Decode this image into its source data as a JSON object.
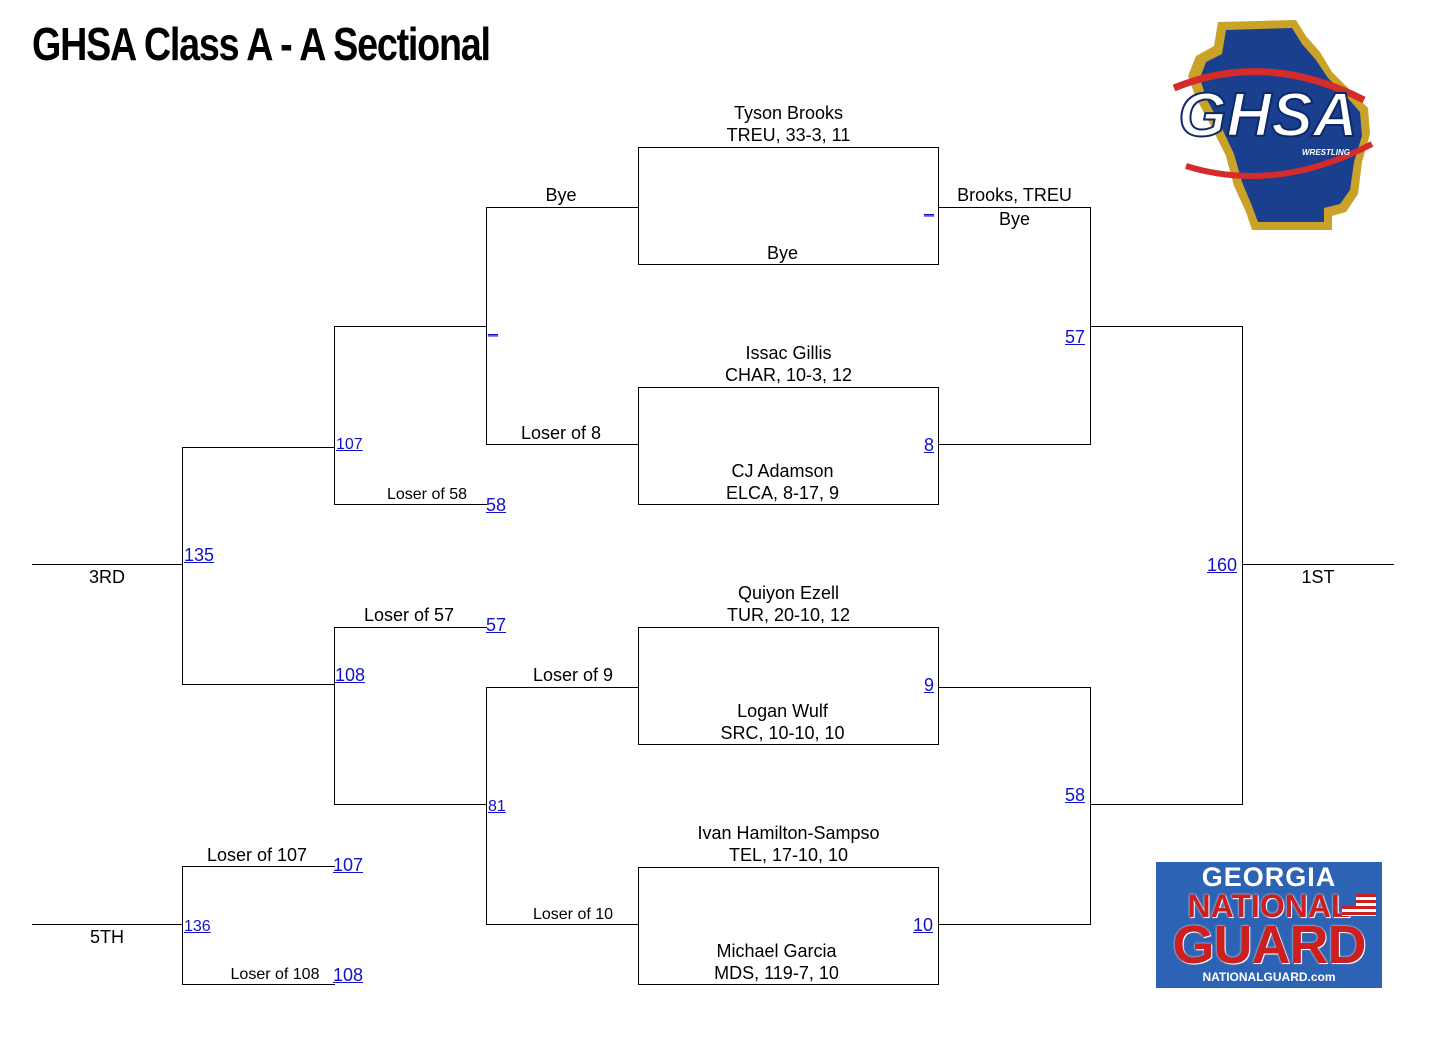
{
  "header": {
    "title": "GHSA Class A - A Sectional"
  },
  "logos": {
    "ghsa": {
      "text": "GHSA",
      "subtext": "WRESTLING",
      "primary_color": "#1b3f8f",
      "accent_color": "#d52b2b",
      "gold_color": "#c9a227"
    },
    "guard": {
      "line1": "GEORGIA",
      "line2": "NATIONAL",
      "line3": "GUARD",
      "line4": "NATIONALGUARD.com",
      "bg_color": "#2d63b4",
      "red_color": "#cc1f1f"
    }
  },
  "wrestlers": {
    "w1_name": "Tyson Brooks",
    "w1_info": "TREU, 33-3, 11",
    "w2_name": "Bye",
    "w3_name": "Issac Gillis",
    "w3_info": "CHAR, 10-3, 12",
    "w4_name": "CJ Adamson",
    "w4_info": "ELCA, 8-17, 9",
    "w5_name": "Quiyon Ezell",
    "w5_info": "TUR, 20-10, 12",
    "w6_name": "Logan Wulf",
    "w6_info": "SRC, 10-10, 10",
    "w7_name": "Ivan Hamilton-Sampso",
    "w7_info": "TEL, 17-10, 10",
    "w8_name": "Michael Garcia",
    "w8_info": "MDS, 119-7, 10"
  },
  "winners": {
    "brooks_line1": "Brooks, TREU",
    "brooks_line2": "Bye"
  },
  "labels": {
    "bye_top": "Bye",
    "loser_of_8": "Loser of 8",
    "loser_of_58": "Loser of 58",
    "loser_of_57": "Loser of 57",
    "loser_of_9": "Loser of 9",
    "loser_of_10": "Loser of 10",
    "loser_of_107": "Loser of 107",
    "loser_of_108": "Loser of 108",
    "place_3rd": "3RD",
    "place_1st": "1ST",
    "place_5th": "5TH"
  },
  "bouts": {
    "b_top_bye": "_",
    "b_cons_top": "_",
    "b8": "8",
    "b9": "9",
    "b10": "10",
    "b57": "57",
    "b58": "58",
    "b57_cons": "57",
    "b58_cons": "58",
    "b81": "81",
    "b107": "107",
    "b108": "108",
    "b135": "135",
    "b136": "136",
    "b160": "160",
    "b107_5th": "107",
    "b108_5th": "108"
  }
}
